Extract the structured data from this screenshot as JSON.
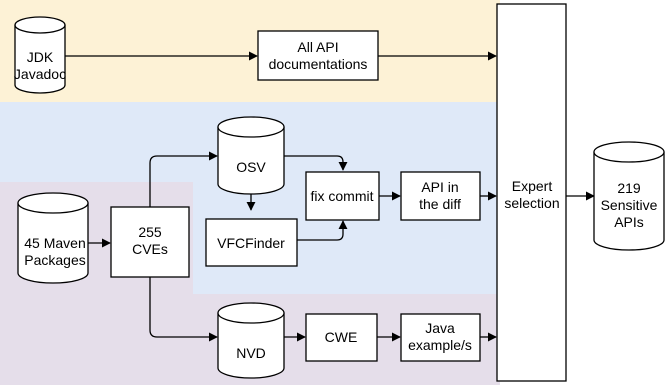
{
  "colors": {
    "band_top": "#fdf2d6",
    "band_mid": "#dfe9f8",
    "band_bottom": "#e5deea",
    "box_fill": "#ffffff",
    "stroke": "#000000"
  },
  "nodes": {
    "jdk_javadoc": [
      "JDK",
      "Javadoc"
    ],
    "all_api_docs": [
      "All API",
      "documentations"
    ],
    "maven_packages": [
      "45 Maven",
      "Packages"
    ],
    "cves": [
      "255",
      "CVEs"
    ],
    "osv": [
      "OSV"
    ],
    "vfcfinder": [
      "VFCFinder"
    ],
    "fix_commit": [
      "fix commit"
    ],
    "api_in_diff": [
      "API in",
      "the diff"
    ],
    "nvd": [
      "NVD"
    ],
    "cwe": [
      "CWE"
    ],
    "java_examples": [
      "Java",
      "example/s"
    ],
    "expert_selection": [
      "Expert",
      "selection"
    ],
    "sensitive_apis": [
      "219",
      "Sensitive",
      "APIs"
    ]
  }
}
